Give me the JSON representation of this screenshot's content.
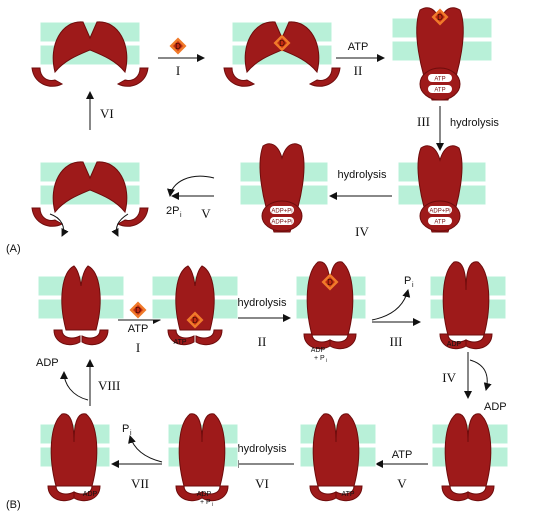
{
  "colors": {
    "membrane": "#b8f0d8",
    "membrane_line": "#ffffff",
    "protein": "#9e1a1a",
    "protein_dark": "#6e0c0c",
    "drug_outer": "#f07a2a",
    "drug_inner": "#c22a12",
    "drug_text": "#3b0a00",
    "arrow": "#111111"
  },
  "icons": [
    "drug-diamond-icon",
    "atp-pill-icon"
  ],
  "panelA": {
    "tag": "(A)",
    "drug_letter": "D",
    "steps": {
      "i": "I",
      "ii": "II",
      "iii": "III",
      "iv": "IV",
      "v": "V",
      "vi": "VI"
    },
    "labels": {
      "atp": "ATP",
      "hydrolysis": "hydrolysis",
      "twoP": "2P",
      "sub_i": "i"
    },
    "pills": {
      "atp": "ATP",
      "adp_pi": "ADP+Pi"
    }
  },
  "panelB": {
    "tag": "(B)",
    "drug_letter": "D",
    "steps": {
      "i": "I",
      "ii": "II",
      "iii": "III",
      "iv": "IV",
      "v": "V",
      "vi": "VI",
      "vii": "VII",
      "viii": "VIII"
    },
    "labels": {
      "atp": "ATP",
      "hydrolysis": "hydrolysis",
      "adp": "ADP",
      "pi": "P",
      "sub_i": "i",
      "plus_pi": "+ P"
    }
  }
}
